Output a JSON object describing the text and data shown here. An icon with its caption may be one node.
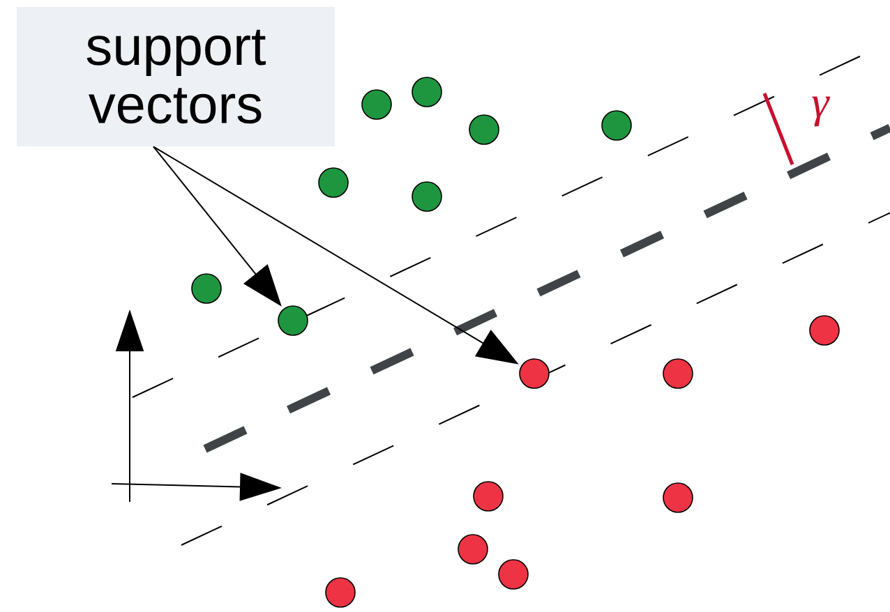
{
  "diagram": {
    "nodes": [
      {
        "text": [
          "support vectors"
        ]
      },
      {
        "text": [],
        "shape": "circle"
      },
      {
        "text": [],
        "shape": "circle"
      },
      {
        "text": [],
        "shape": "circle"
      },
      {
        "text": [],
        "shape": "circle"
      },
      {
        "text": [],
        "shape": "circle"
      },
      {
        "text": [],
        "shape": "circle"
      },
      {
        "text": [],
        "shape": "circle"
      },
      {
        "text": [],
        "shape": "circle"
      },
      {
        "text": [],
        "shape": "circle"
      },
      {
        "text": [],
        "shape": "circle"
      },
      {
        "text": [],
        "shape": "circle"
      },
      {
        "text": [],
        "shape": "circle"
      },
      {
        "text": [],
        "shape": "circle"
      },
      {
        "text": [],
        "shape": "circle"
      },
      {
        "text": [],
        "shape": "circle"
      },
      {
        "text": [],
        "shape": "circle"
      }
    ],
    "edges": [
      {
        "from": 0,
        "to": 8,
        "arrow": "to"
      },
      {
        "from": 0,
        "to": 10,
        "arrow": "to"
      }
    ],
    "labels": [
      "γ"
    ]
  }
}
